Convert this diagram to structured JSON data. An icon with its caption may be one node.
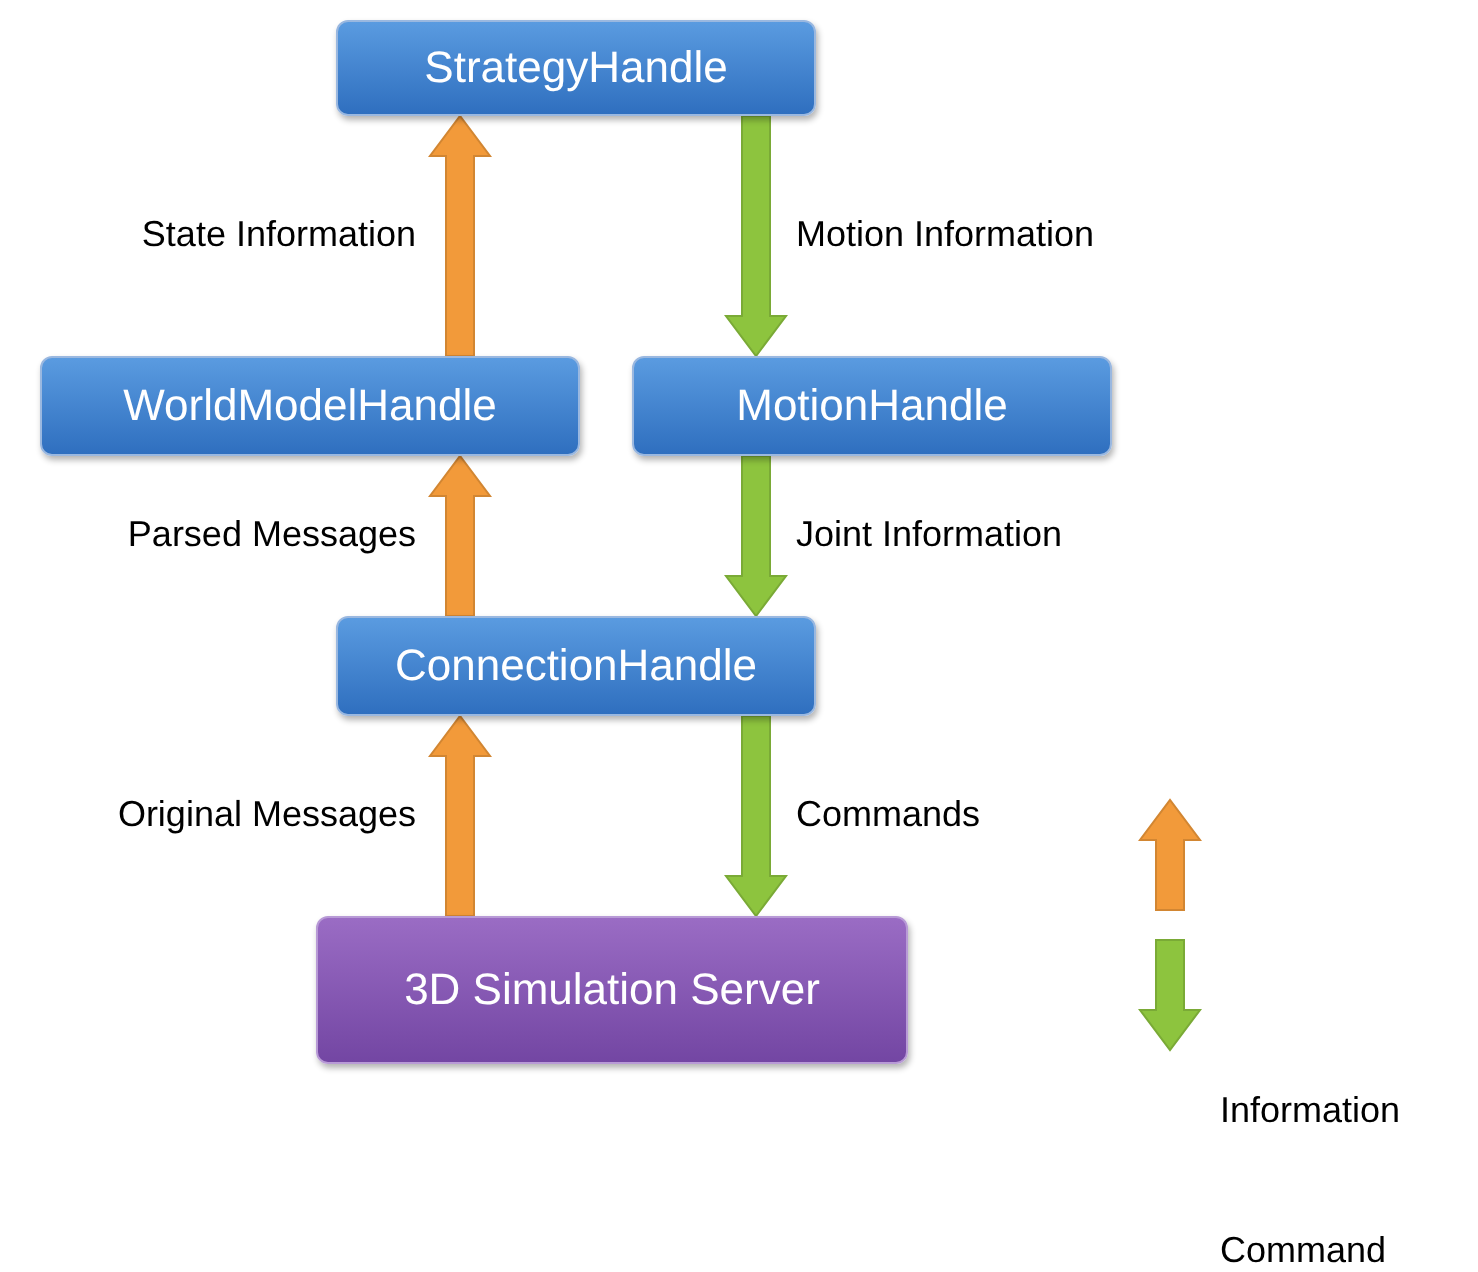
{
  "diagram": {
    "nodes": [
      {
        "text": [
          "StrategyHandle"
        ]
      },
      {
        "text": [
          "WorldModelHandle"
        ]
      },
      {
        "text": [
          "MotionHandle"
        ]
      },
      {
        "text": [
          "ConnectionHandle"
        ]
      },
      {
        "text": [
          "3D Simulation Server"
        ]
      }
    ],
    "edges": [
      {
        "from": 1,
        "to": 0,
        "arrow": "to",
        "label": "State Information",
        "color": "#f29a3a"
      },
      {
        "from": 0,
        "to": 2,
        "arrow": "to",
        "label": "Motion Information",
        "color": "#8dc43e"
      },
      {
        "from": 3,
        "to": 1,
        "arrow": "to",
        "label": "Parsed Messages",
        "color": "#f29a3a"
      },
      {
        "from": 2,
        "to": 3,
        "arrow": "to",
        "label": "Joint Information",
        "color": "#8dc43e"
      },
      {
        "from": 4,
        "to": 3,
        "arrow": "to",
        "label": "Original Messages",
        "color": "#f29a3a"
      },
      {
        "from": 3,
        "to": 4,
        "arrow": "to",
        "label": "Commands",
        "color": "#8dc43e"
      }
    ],
    "legend": [
      {
        "text": "Information"
      },
      {
        "text": "Command"
      }
    ]
  }
}
